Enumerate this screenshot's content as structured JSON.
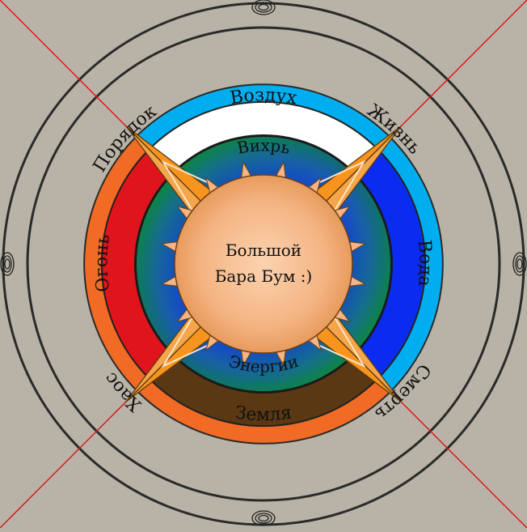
{
  "outer_ring": {
    "life": "Жизнь",
    "death": "Смерть",
    "order": "Порядок",
    "chaos": "Хаос"
  },
  "element_ring": {
    "air": "Воздух",
    "water": "Вода",
    "earth": "Земля",
    "fire": "Огонь"
  },
  "inner_ring": {
    "whirl": "Вихрь",
    "energy": "Энергии"
  },
  "center": {
    "line1": "Большой",
    "line2": "Бара Бум :)"
  },
  "colors": {
    "background": "#b8b3a6",
    "life_blue": "#00aeef",
    "chaos_orange": "#f26b24",
    "air_white": "#ffffff",
    "water_blue": "#0a2cf0",
    "fire_red": "#e0141c",
    "earth_brown": "#5a3813",
    "star_orange": "#f7941d",
    "sun_peach": "#f4b483",
    "cross_red": "#e0141c"
  }
}
